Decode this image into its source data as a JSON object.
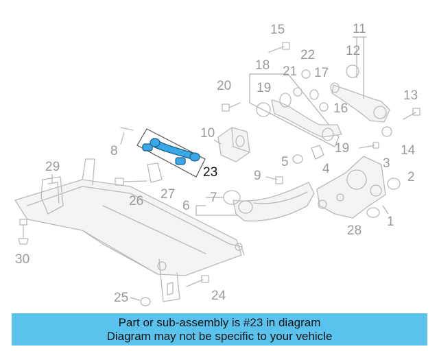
{
  "diagram": {
    "highlighted_part": "23",
    "accent_color": "#3aa7e6",
    "callouts": {
      "c1": "1",
      "c2": "2",
      "c3": "3",
      "c4": "4",
      "c5": "5",
      "c6": "6",
      "c7": "7",
      "c8": "8",
      "c9": "9",
      "c10": "10",
      "c11": "11",
      "c12": "12",
      "c13": "13",
      "c14": "14",
      "c15": "15",
      "c16": "16",
      "c17": "17",
      "c18": "18",
      "c19a": "19",
      "c19b": "19",
      "c20": "20",
      "c21": "21",
      "c22": "22",
      "c23": "23",
      "c24": "24",
      "c25": "25",
      "c26": "26",
      "c27": "27",
      "c28": "28",
      "c29": "29",
      "c30": "30"
    }
  },
  "banner": {
    "line1": "Part or sub-assembly is #23 in diagram",
    "line2": "Diagram may not be specific to your vehicle",
    "background": "#59c3ee"
  }
}
